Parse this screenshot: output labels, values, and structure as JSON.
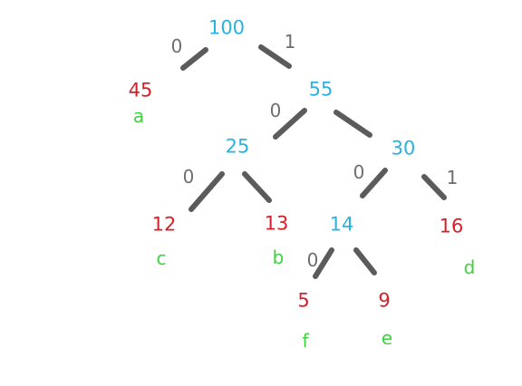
{
  "nodes": {
    "root": "100",
    "n55": "55",
    "n25": "25",
    "n30": "30",
    "n14": "14",
    "leaf_a": "45",
    "leaf_c": "12",
    "leaf_b": "13",
    "leaf_d": "16",
    "leaf_f": "5",
    "leaf_e": "9"
  },
  "symbols": {
    "a": "a",
    "b": "b",
    "c": "c",
    "d": "d",
    "e": "e",
    "f": "f"
  },
  "edge_labels": {
    "root_left": "0",
    "root_right": "1",
    "n55_left": "0",
    "n25_left": "0",
    "n30_left": "0",
    "n30_right": "1",
    "n14_left": "0"
  },
  "colors": {
    "internal_node": "#2bb2e0",
    "leaf_weight": "#d4202b",
    "symbol": "#3ed23e",
    "edge_bit": "#6e6e6e",
    "edge_stroke": "#5b5b5b"
  }
}
